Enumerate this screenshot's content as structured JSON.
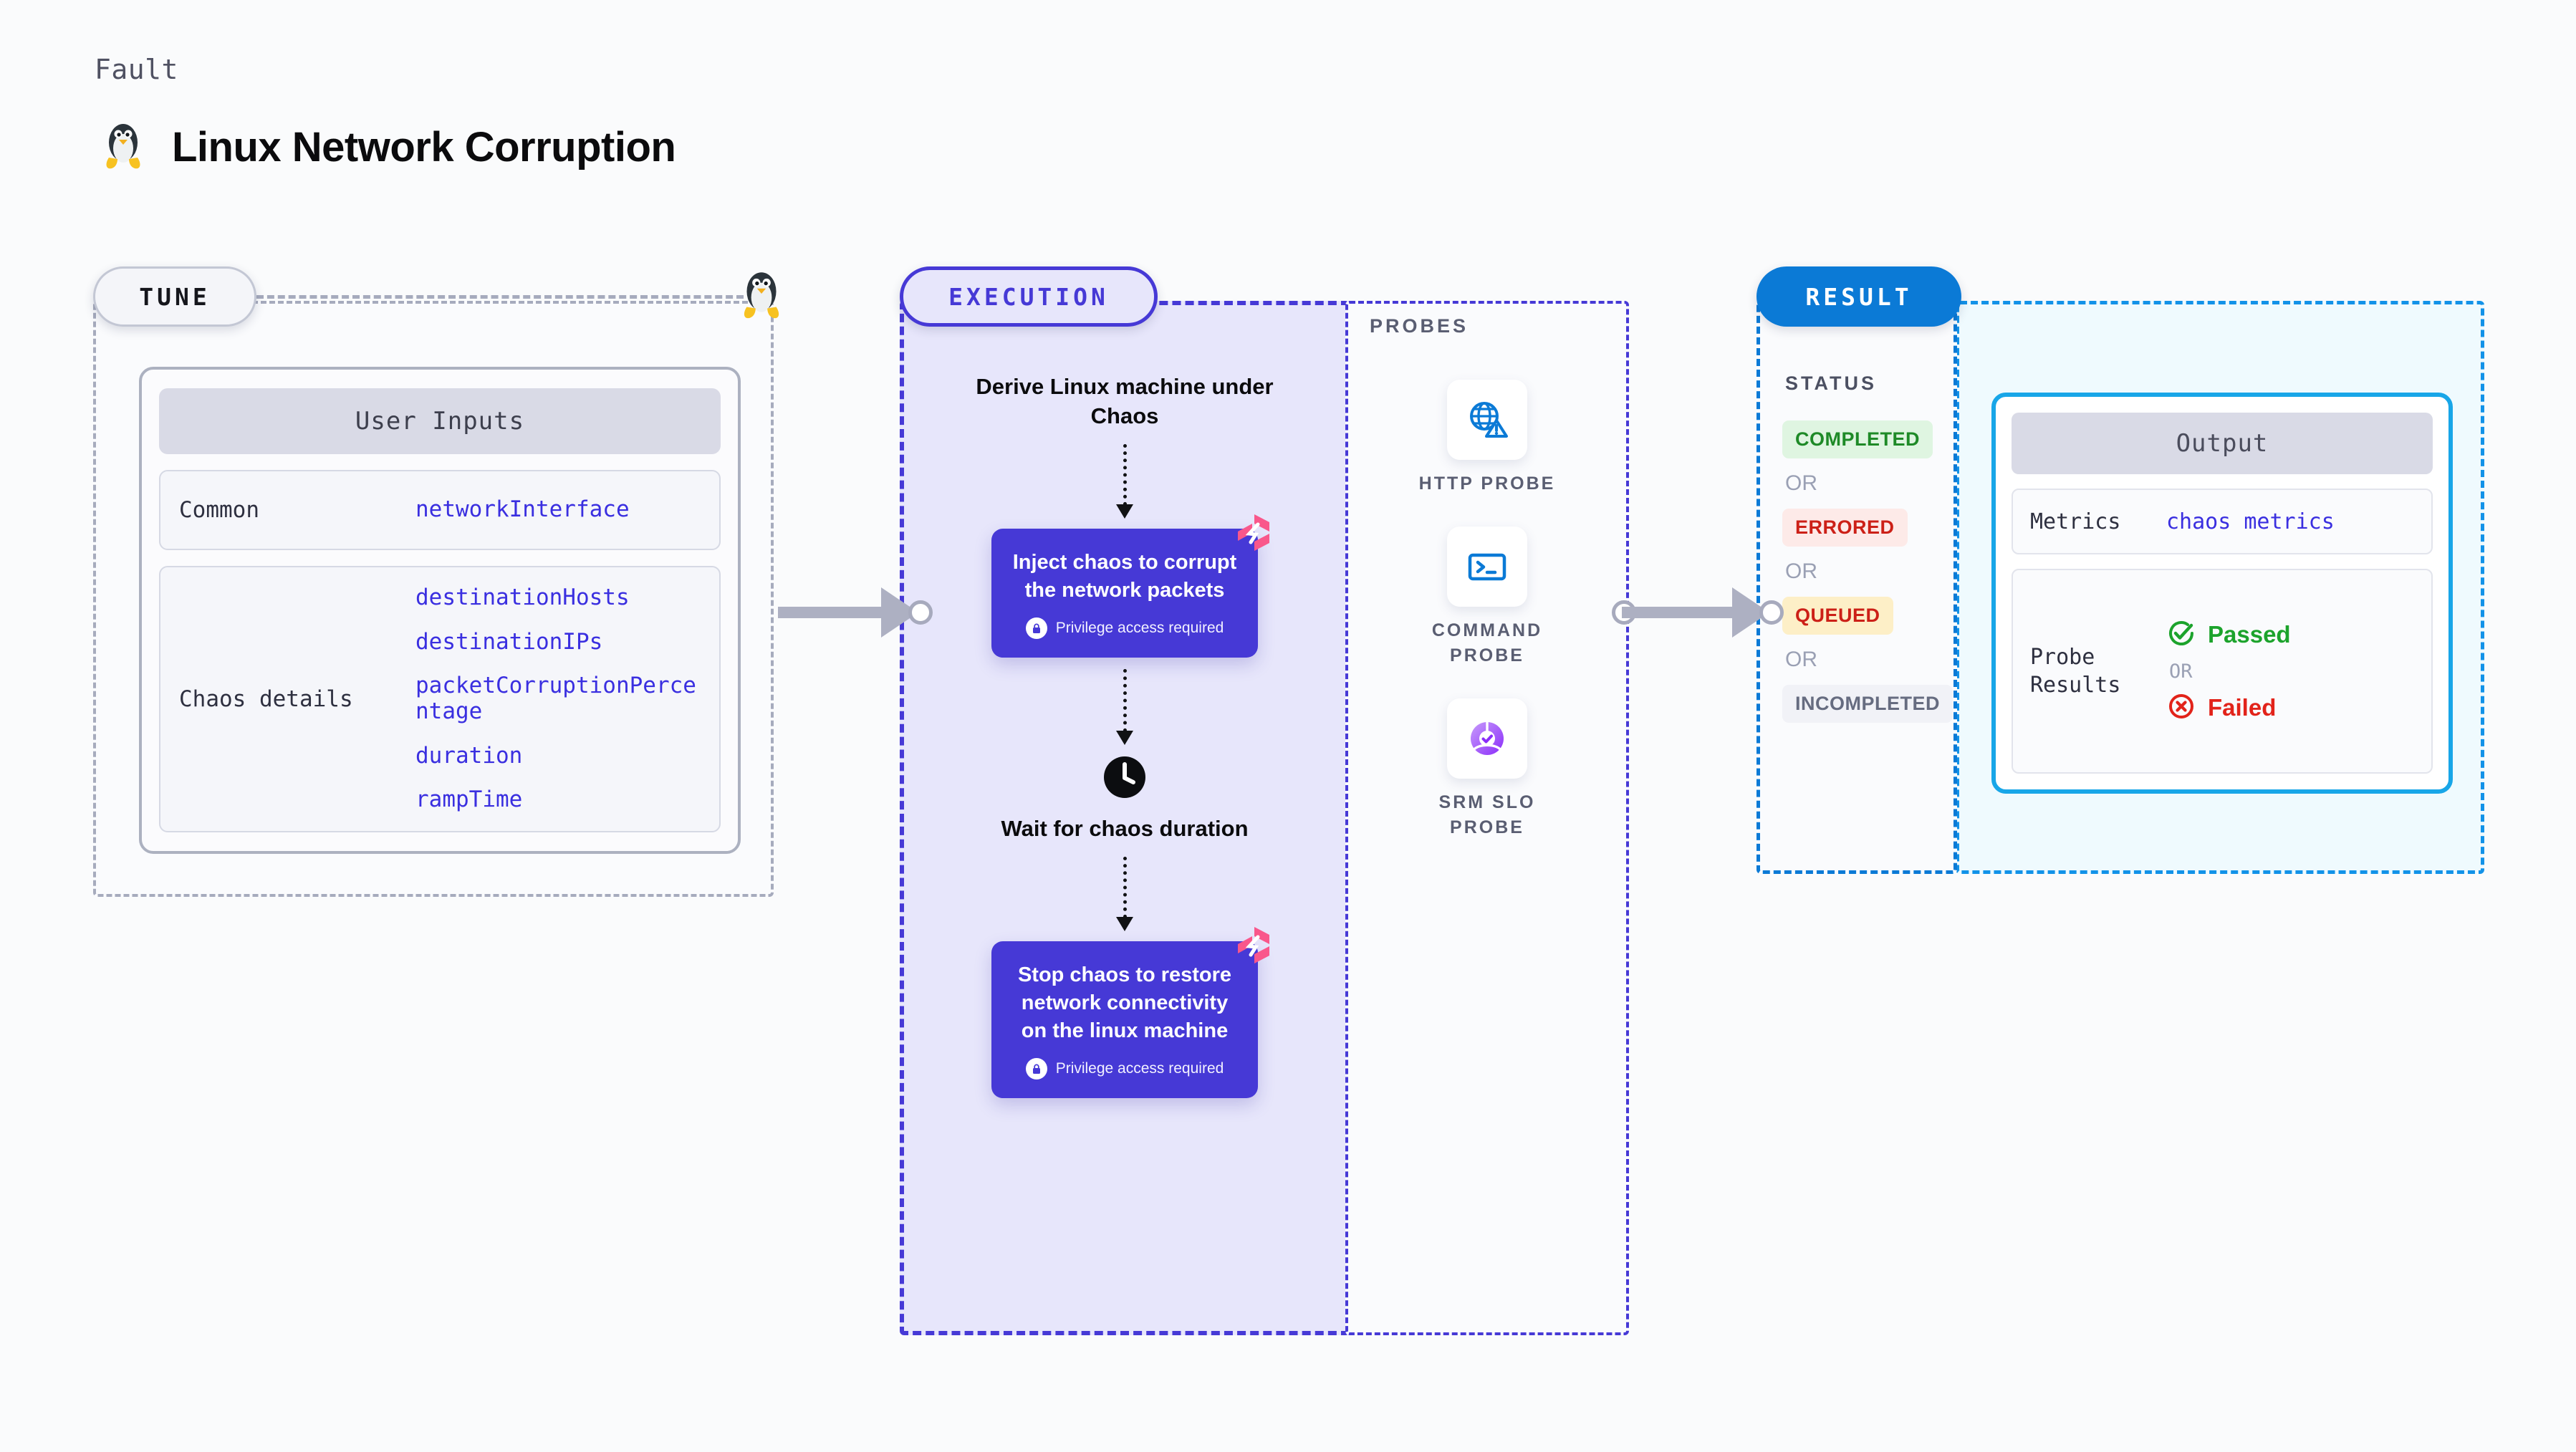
{
  "header": {
    "kicker": "Fault",
    "title": "Linux Network Corruption",
    "icon": "linux-penguin-icon"
  },
  "tune": {
    "stage_label": "TUNE",
    "card_title": "User Inputs",
    "rows": [
      {
        "label": "Common",
        "values": [
          "networkInterface"
        ]
      },
      {
        "label": "Chaos details",
        "values": [
          "destinationHosts",
          "destinationIPs",
          "packetCorruptionPercentage",
          "duration",
          "rampTime"
        ]
      }
    ]
  },
  "execution": {
    "stage_label": "EXECUTION",
    "steps": [
      {
        "type": "title",
        "text": "Derive Linux machine under Chaos"
      },
      {
        "type": "box",
        "text": "Inject chaos to corrupt the network packets",
        "privilege": "Privilege access required",
        "badge": "chaos-harness-icon"
      },
      {
        "type": "title",
        "text": "Wait for chaos duration",
        "icon": "clock-icon"
      },
      {
        "type": "box",
        "text": "Stop chaos to restore network connectivity on the linux machine",
        "privilege": "Privilege access required",
        "badge": "chaos-harness-icon"
      }
    ]
  },
  "probes": {
    "section_label": "PROBES",
    "items": [
      {
        "name": "HTTP PROBE",
        "icon": "globe-warning-icon"
      },
      {
        "name": "COMMAND PROBE",
        "icon": "terminal-icon"
      },
      {
        "name": "SRM SLO PROBE",
        "icon": "srm-slo-check-icon"
      }
    ]
  },
  "result": {
    "stage_label": "RESULT",
    "status_label": "STATUS",
    "or_label": "OR",
    "statuses": [
      "COMPLETED",
      "ERRORED",
      "QUEUED",
      "INCOMPLETED"
    ],
    "output": {
      "title": "Output",
      "metrics_label": "Metrics",
      "metrics_value": "chaos metrics",
      "probe_results_label": "Probe Results",
      "passed_label": "Passed",
      "failed_label": "Failed",
      "or_label": "OR"
    }
  },
  "colors": {
    "accent_purple": "#4639d6",
    "accent_blue": "#0b7ad6",
    "badge_pink": "#f9578b",
    "pass_green": "#1ca32c",
    "fail_red": "#e2231a",
    "queued_amber": "#fdefc7"
  }
}
